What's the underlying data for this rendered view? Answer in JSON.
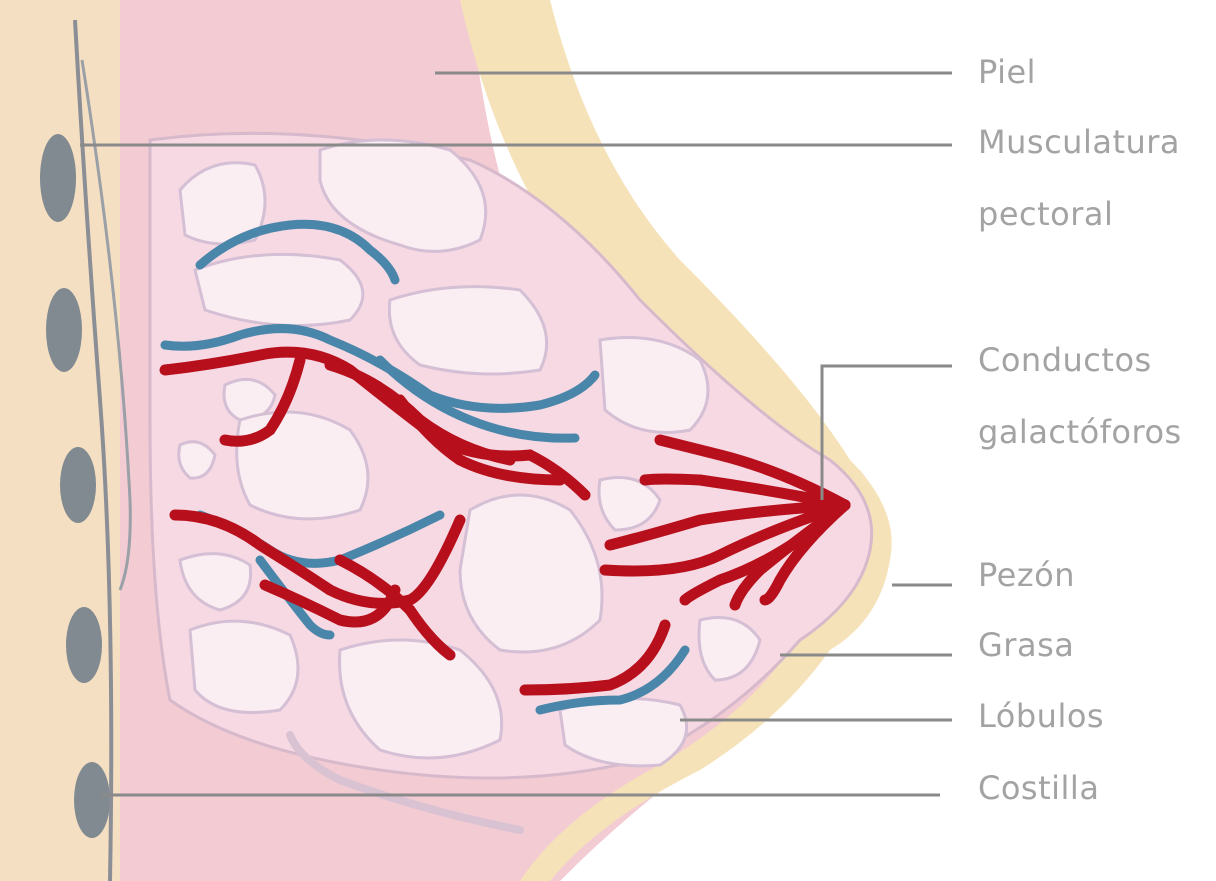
{
  "labels": {
    "piel": "Piel",
    "musculatura_1": "Musculatura",
    "musculatura_2": "pectoral",
    "conductos_1": "Conductos",
    "conductos_2": "galactóforos",
    "pezon": "Pezón",
    "grasa": "Grasa",
    "lobulos": "Lóbulos",
    "costilla": "Costilla"
  },
  "colors": {
    "skin": "#f4dcc0",
    "muscle": "#f2c9d2",
    "fat": "#f8dde6",
    "lobule_fill": "#fbeef2",
    "lobule_edge": "#d8c2d6",
    "vein": "#4a86aa",
    "artery": "#b7101c",
    "rib": "#808a90",
    "leader": "#8a8a8a",
    "label_text": "#a3a3a3"
  }
}
